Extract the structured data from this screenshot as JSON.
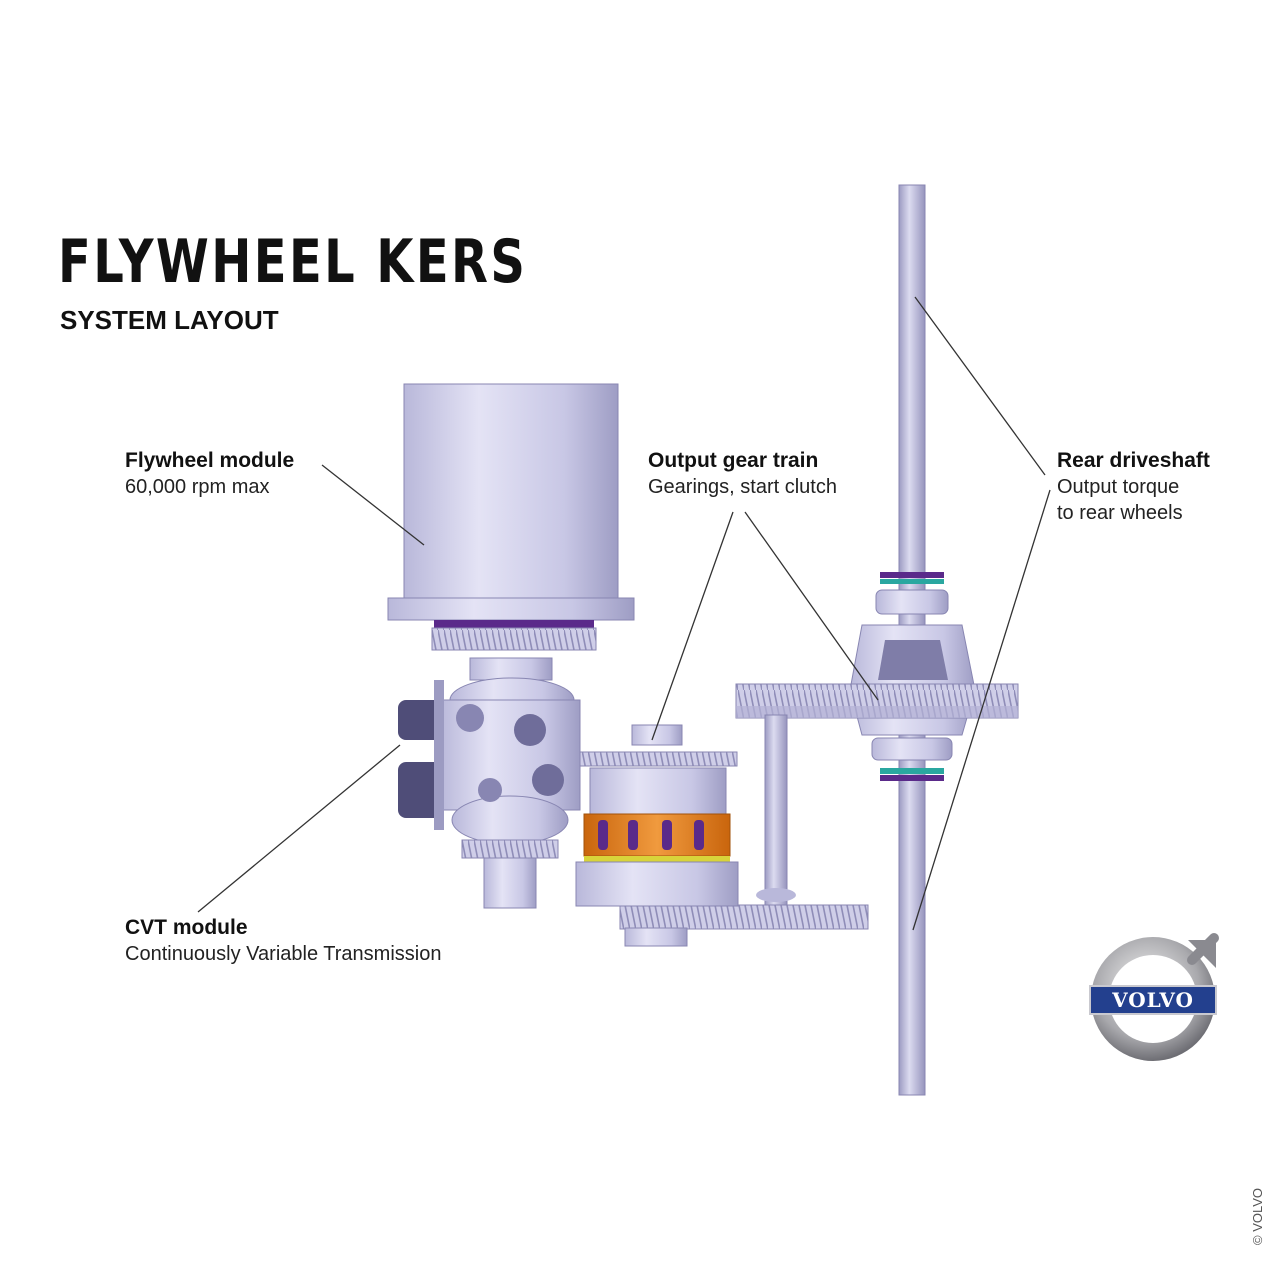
{
  "title": "FLYWHEEL KERS",
  "subtitle": "SYSTEM LAYOUT",
  "callouts": {
    "flywheel": {
      "heading": "Flywheel module",
      "detail": "60,000 rpm max"
    },
    "output_gear": {
      "heading": "Output gear train",
      "detail": "Gearings, start clutch"
    },
    "rear_shaft": {
      "heading": "Rear driveshaft",
      "detail_line1": "Output torque",
      "detail_line2": "to rear wheels"
    },
    "cvt": {
      "heading": "CVT module",
      "detail": "Continuously Variable Transmission"
    }
  },
  "logo": {
    "word": "VOLVO"
  },
  "copyright": "© VOLVO",
  "colors": {
    "metal": "#c9c8e6",
    "metal_dark": "#9c9bc2",
    "accent_orange": "#e07a1a",
    "accent_purple": "#5a2a8a",
    "accent_teal": "#2aa7a0",
    "logo_blue": "#23408e"
  }
}
